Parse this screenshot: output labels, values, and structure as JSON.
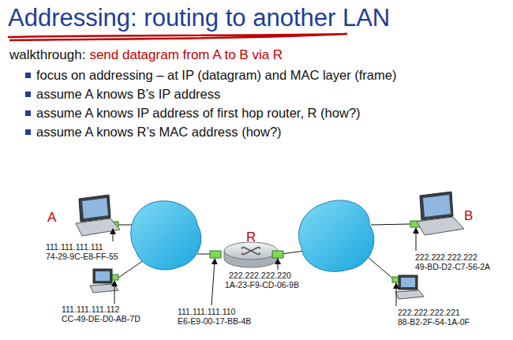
{
  "diagram": {
    "title": "Addressing: routing to another LAN",
    "labels": [
      "walkthrough:",
      "send datagram from A to B via R",
      "focus on addressing – at IP (datagram) and MAC layer (frame)",
      "assume A knows B’s IP address",
      "assume A knows IP address of first hop router, R (how?)",
      "assume A knows R’s MAC address (how?)",
      "A",
      "111.111.111.111",
      "74-29-9C-E8-FF-55",
      "111.111.111.112",
      "CC-49-DE-D0-AB-7D",
      "R",
      "111.111.111.110",
      "E6-E9-00-17-BB-4B",
      "222.222.222.220",
      "1A-23-F9-CD-06-9B",
      "B",
      "222.222.222.222",
      "49-BD-D2-C7-56-2A",
      "222.222.222.221",
      "88-B2-2F-54-1A-0F"
    ]
  }
}
